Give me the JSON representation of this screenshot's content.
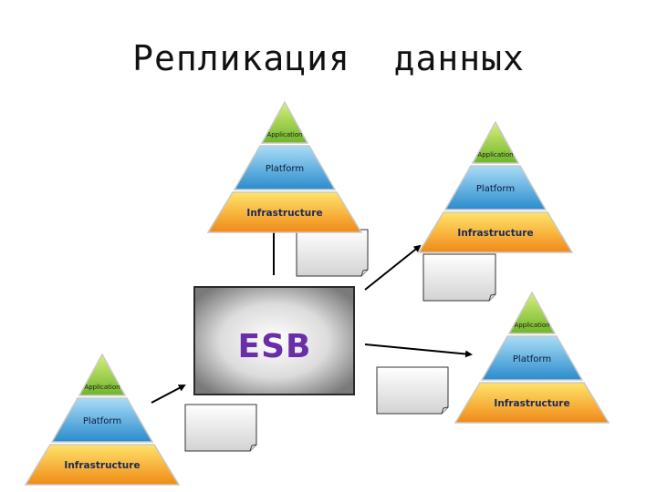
{
  "title": "Репликация  данных",
  "esb": {
    "label": "ESB"
  },
  "pyramids": [
    {
      "application": "Application",
      "platform": "Platform",
      "infrastructure": "Infrastructure"
    },
    {
      "application": "Application",
      "platform": "Platform",
      "infrastructure": "Infrastructure"
    },
    {
      "application": "Application",
      "platform": "Platform",
      "infrastructure": "Infrastructure"
    },
    {
      "application": "Application",
      "platform": "Platform",
      "infrastructure": "Infrastructure"
    }
  ],
  "colors": {
    "application": "#8dc63f",
    "platform": "#3aa0d8",
    "infrastructure": "#f39a1e",
    "esb_text": "#6a2ea8"
  }
}
